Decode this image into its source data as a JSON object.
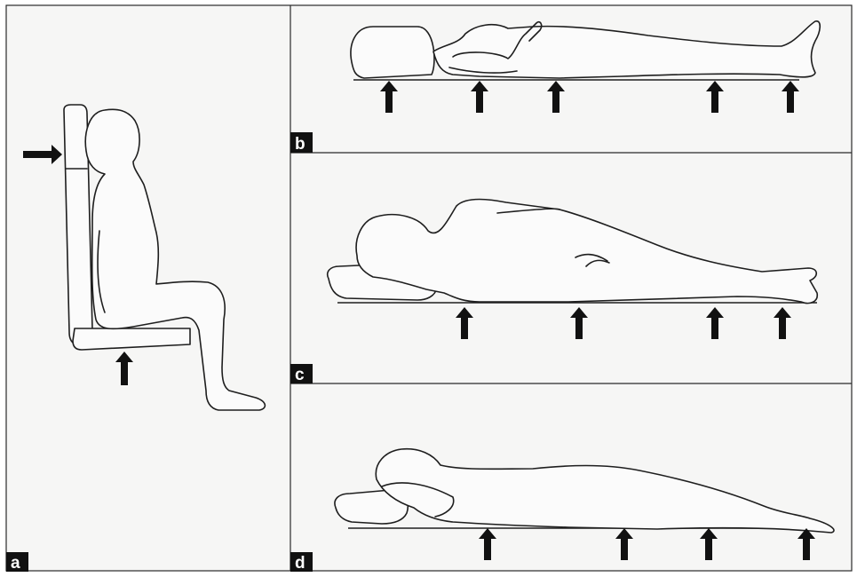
{
  "panels": {
    "a": {
      "label": "a"
    },
    "b": {
      "label": "b"
    },
    "c": {
      "label": "c"
    },
    "d": {
      "label": "d"
    }
  }
}
